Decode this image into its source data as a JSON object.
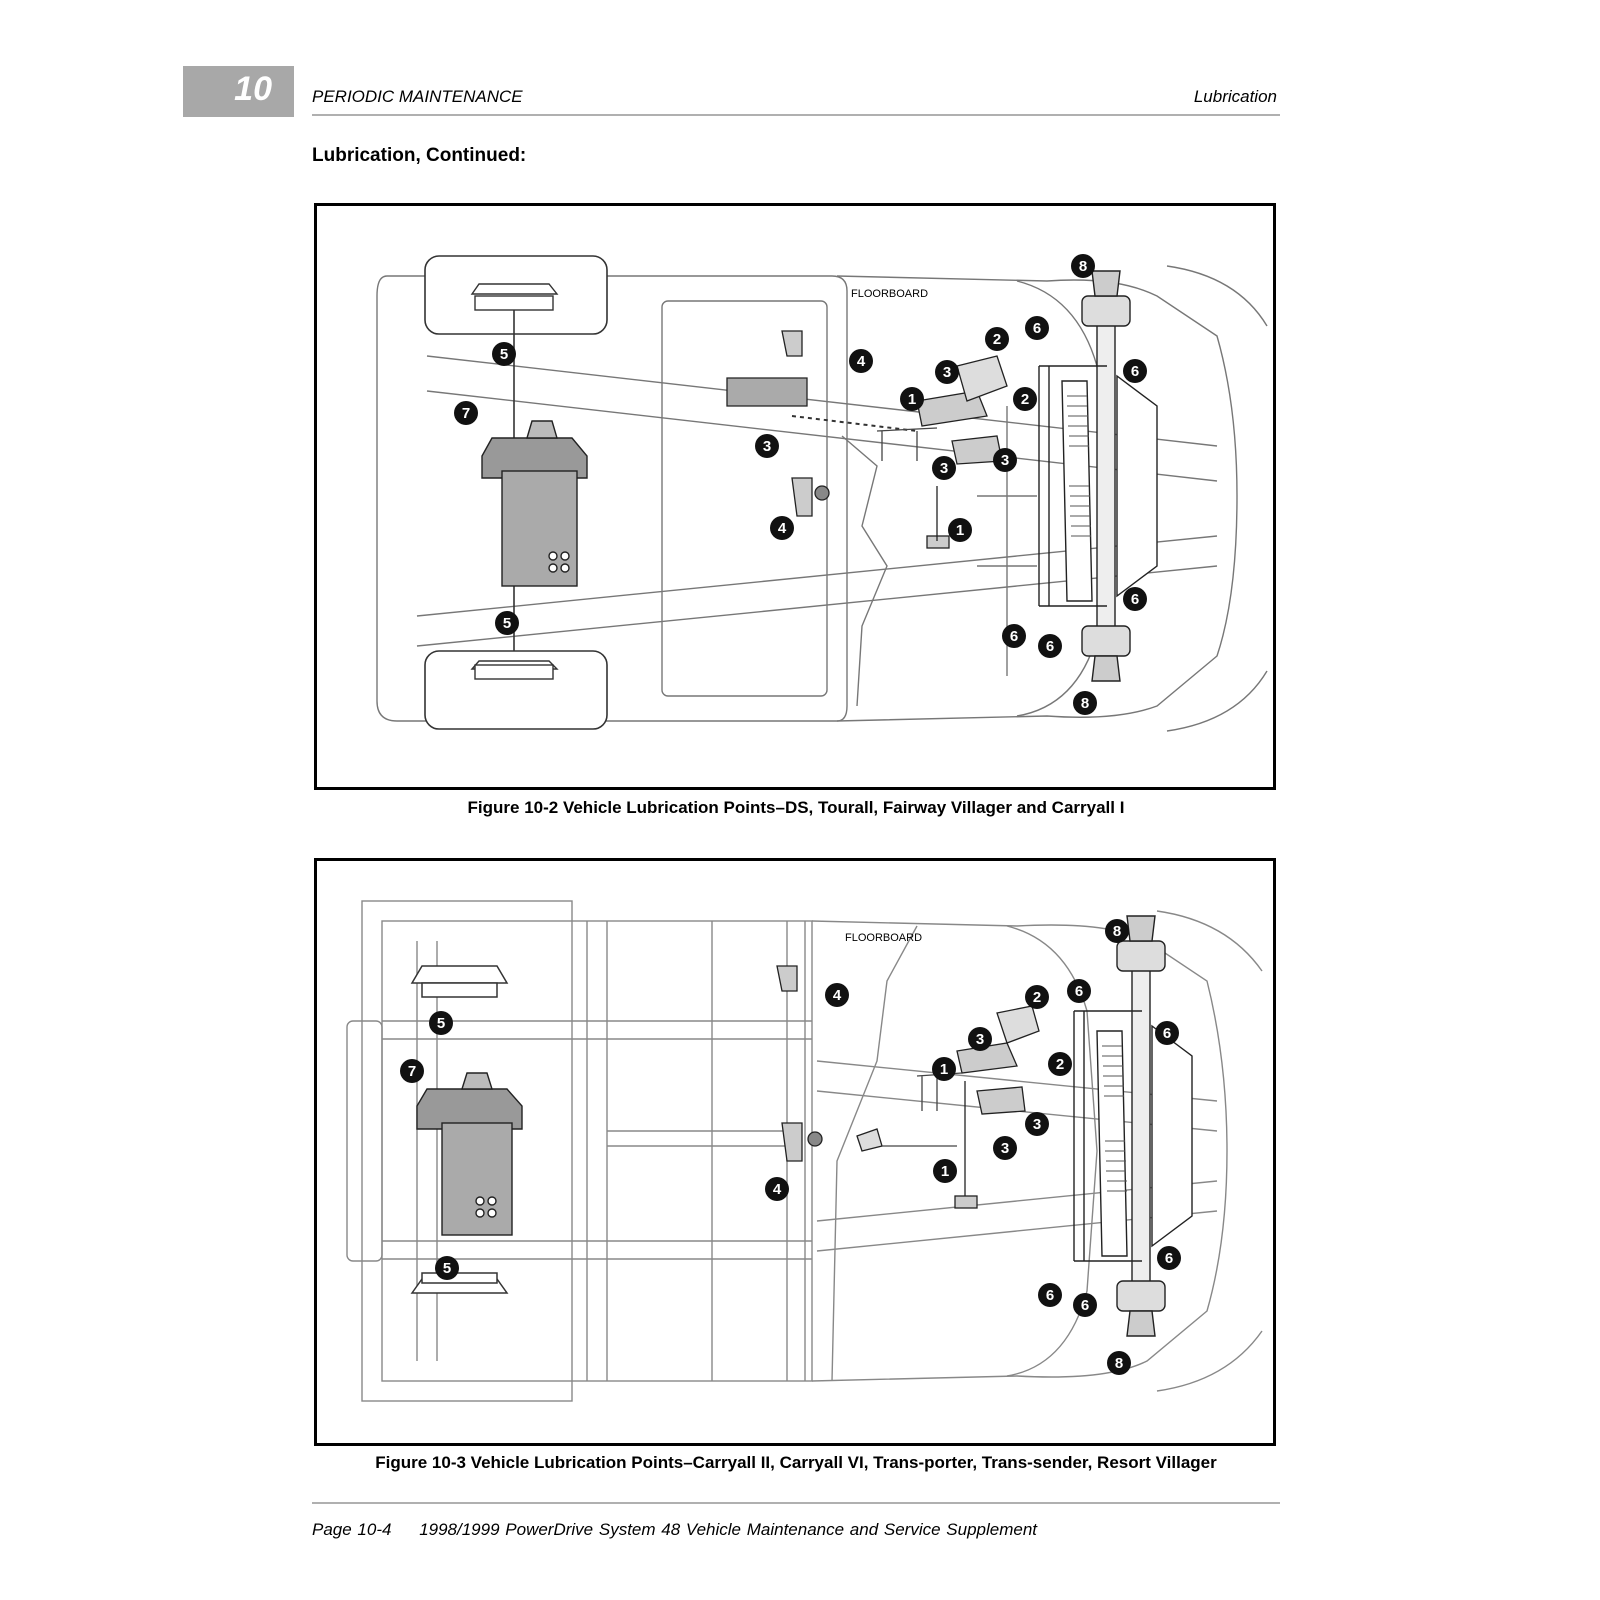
{
  "header": {
    "chapter_number": "10",
    "section": "PERIODIC MAINTENANCE",
    "topic": "Lubrication"
  },
  "section_title": "Lubrication, Continued:",
  "figures": [
    {
      "id": "fig-10-2",
      "floorboard_label": "FLOORBOARD",
      "caption": "Figure 10-2   Vehicle Lubrication Points–DS, Tourall, Fairway Villager and Carryall I",
      "callouts": [
        "8",
        "2",
        "6",
        "3",
        "6",
        "1",
        "2",
        "3",
        "3",
        "3",
        "1",
        "4",
        "4",
        "5",
        "5",
        "7",
        "6",
        "6",
        "6",
        "8"
      ]
    },
    {
      "id": "fig-10-3",
      "floorboard_label": "FLOORBOARD",
      "caption": "Figure 10-3   Vehicle Lubrication Points–Carryall II, Carryall VI, Trans-porter, Trans-sender, Resort Villager",
      "callouts": [
        "8",
        "2",
        "6",
        "6",
        "3",
        "2",
        "1",
        "3",
        "3",
        "1",
        "4",
        "4",
        "5",
        "5",
        "7",
        "6",
        "6",
        "6",
        "8"
      ]
    }
  ],
  "footer": {
    "page": "Page 10-4",
    "title": "1998/1999 PowerDrive System 48 Vehicle Maintenance and Service Supplement"
  }
}
